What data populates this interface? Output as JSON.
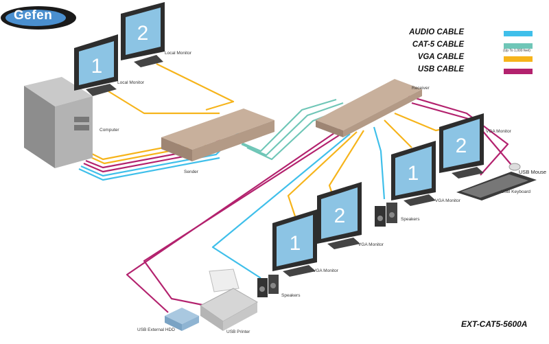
{
  "brand": {
    "logo_text": "Gefen"
  },
  "legend": {
    "items": [
      {
        "label": "AUDIO CABLE",
        "color": "#3fbfea"
      },
      {
        "label": "CAT-5 CABLE",
        "color": "#6fc6b7",
        "note": "(Up To 1,000 feet)"
      },
      {
        "label": "VGA CABLE",
        "color": "#f6b41b"
      },
      {
        "label": "USB CABLE",
        "color": "#b3226e"
      }
    ]
  },
  "devices": {
    "local_monitor_1": {
      "label": "Local Monitor",
      "number": "1"
    },
    "local_monitor_2": {
      "label": "Local Monitor",
      "number": "2"
    },
    "computer": {
      "label": "Computer"
    },
    "sender": {
      "label": "Sender"
    },
    "receiver": {
      "label": "Receiver"
    },
    "vga_monitor_r1": {
      "label": "VGA Monitor",
      "number": "1"
    },
    "vga_monitor_r2": {
      "label": "VGA Monitor",
      "number": "2"
    },
    "vga_monitor_m1": {
      "label": "VGA Monitor",
      "number": "1"
    },
    "vga_monitor_m2": {
      "label": "VGA Monitor",
      "number": "2"
    },
    "usb_mouse": {
      "label": "USB Mouse"
    },
    "usb_keyboard": {
      "label": "USB Keyboard"
    },
    "speakers_1": {
      "label": "Speakers"
    },
    "speakers_2": {
      "label": "Speakers"
    },
    "usb_printer": {
      "label": "USB Printer"
    },
    "usb_hdd": {
      "label": "USB External HDD"
    }
  },
  "model": "EXT-CAT5-5600A"
}
